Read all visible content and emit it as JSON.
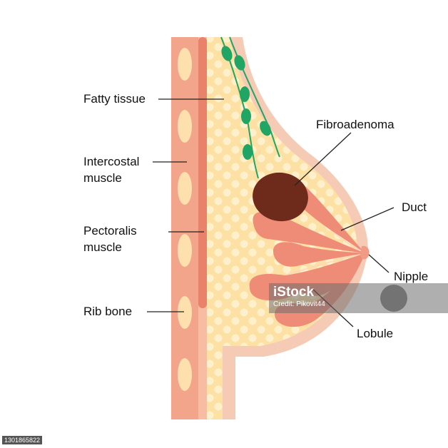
{
  "labels": {
    "fatty_tissue": "Fatty tissue",
    "intercostal_line1": "Intercostal",
    "intercostal_line2": "muscle",
    "pectoralis_line1": "Pectoralis",
    "pectoralis_line2": "muscle",
    "rib_bone": "Rib bone",
    "fibroadenoma": "Fibroadenoma",
    "duct": "Duct",
    "nipple": "Nipple",
    "lobule": "Lobule"
  },
  "watermark": {
    "brand": "iStock",
    "credit": "Credit: Pikovit44"
  },
  "stock_id": "1301865822",
  "colors": {
    "skin": "#f6cbb6",
    "fat": "#fde1a4",
    "fat_bubble": "#fff0cc",
    "muscle": "#f2a58a",
    "rib": "#fde0ae",
    "pectoralis": "#e9826a",
    "lobule": "#ee8c78",
    "fibroadenoma": "#6e2b1c",
    "lymph_node": "#21a564",
    "leader_line": "#222222"
  }
}
